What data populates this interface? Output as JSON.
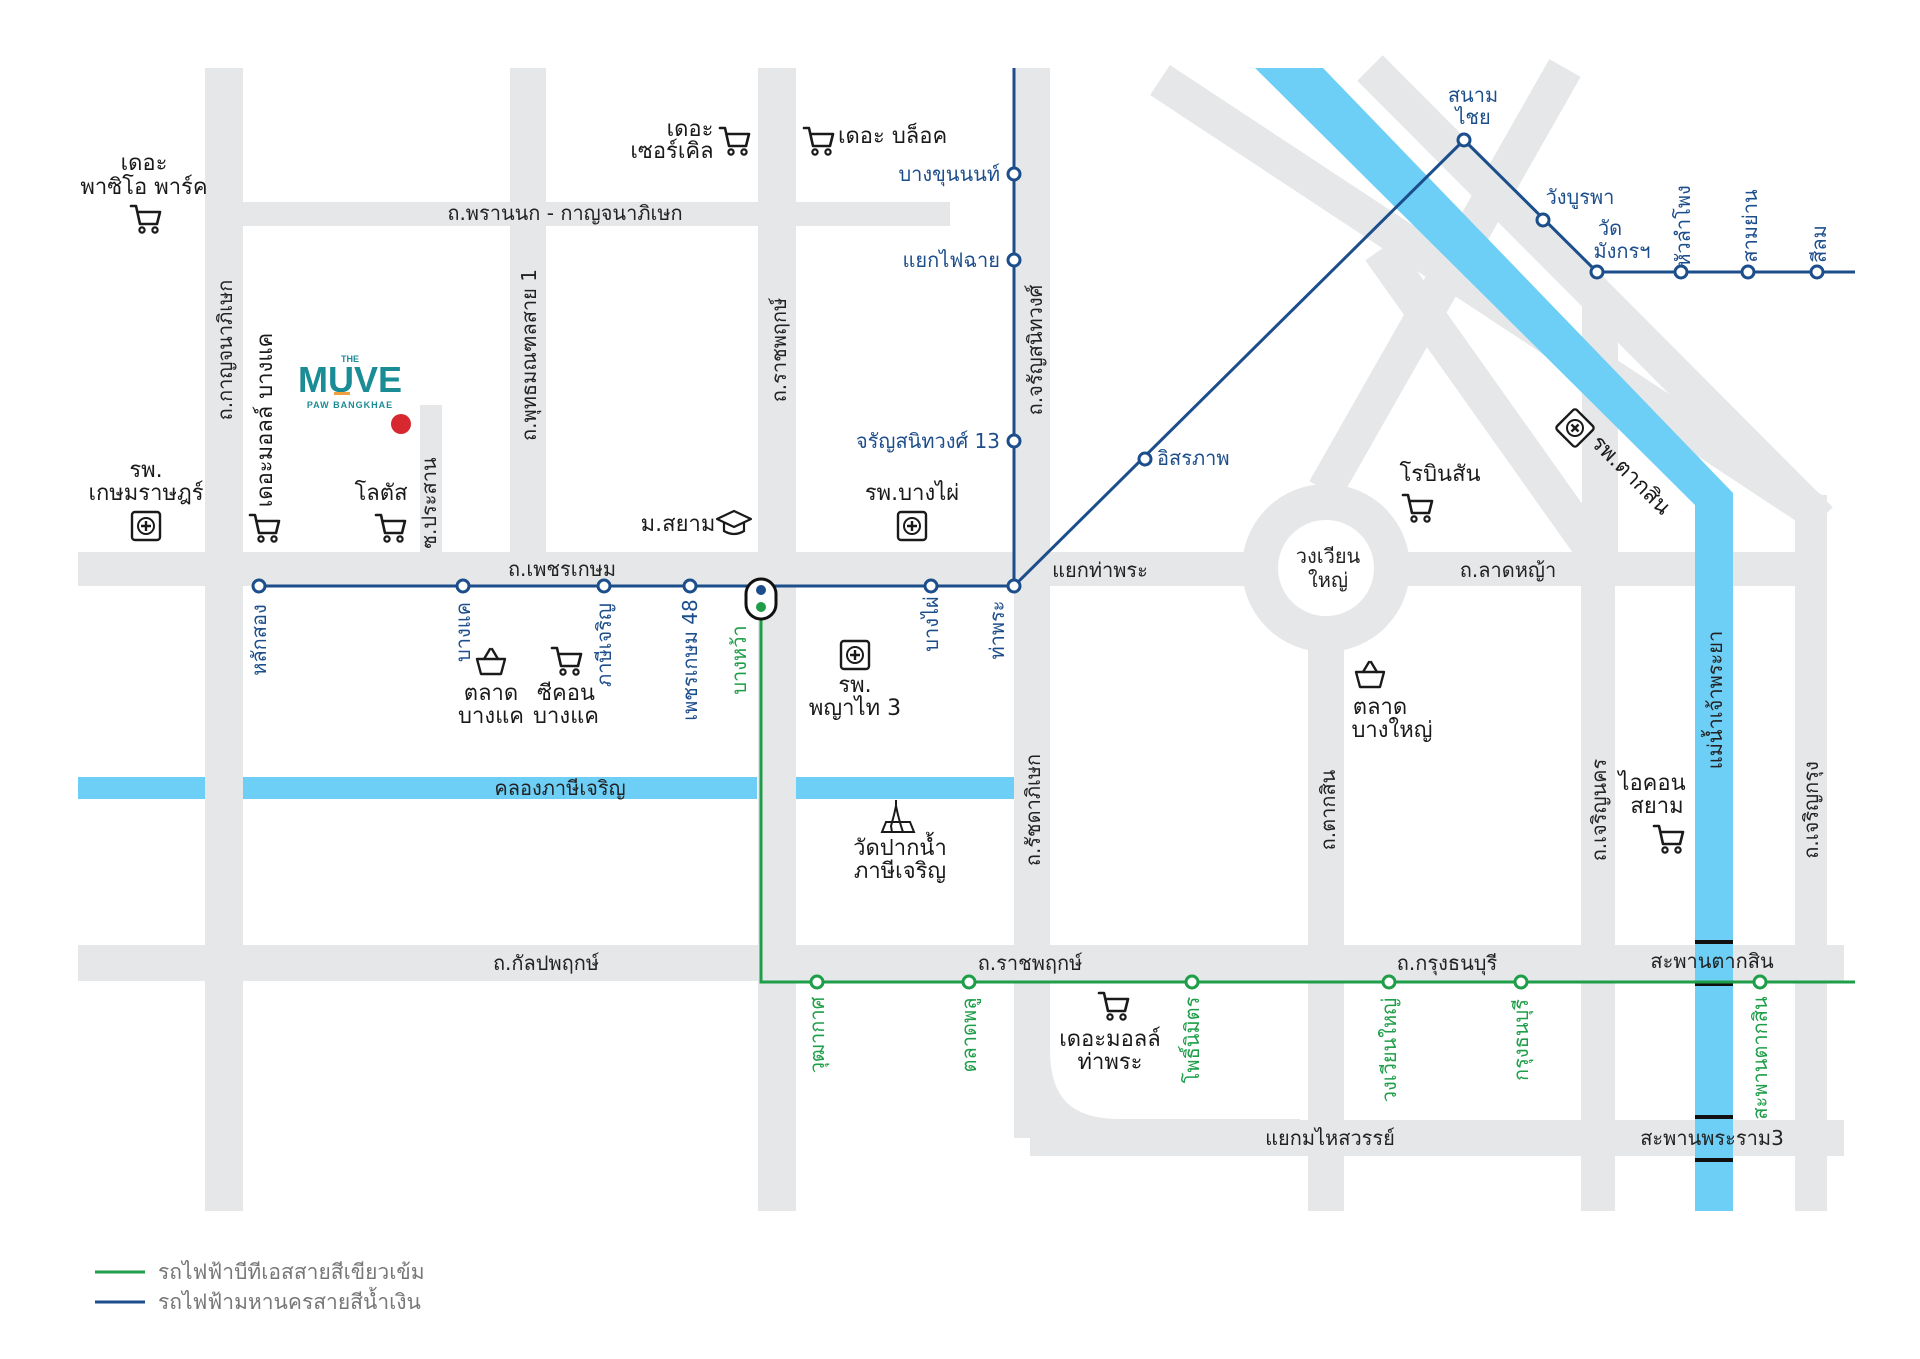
{
  "colors": {
    "road": "#e6e7e8",
    "water": "#6ecff6",
    "blue_line": "#1d4e8c",
    "green_line": "#1e9e48",
    "station_fill": "#ffffff",
    "logo_teal": "#1a8c95",
    "logo_orange": "#f2a03d",
    "marker_red": "#d7282f"
  },
  "logo": {
    "the": "THE",
    "name": "MUVE",
    "sub": "PAW BANGKHAE"
  },
  "roads": {
    "kanchanaphisek": "ถ.กาญจนาภิเษก",
    "phran_nok": "ถ.พรานนก - กาญจนาภิเษก",
    "phutthamonthon": "ถ.พุทธมณฑลสาย 1",
    "ratchaphruek_v": "ถ.ราชพฤกษ์",
    "charan_sanitwong": "ถ.จรัญสนิทวงศ์",
    "phetkasem": "ถ.เพชรเกษม",
    "soi_prasan": "ซ.ประสาน",
    "yaek_tha_phra": "แยกท่าพระ",
    "lat_ya": "ถ.ลาดหญ้า",
    "ratchadaphisek": "ถ.รัชดาภิเษก",
    "taksin": "ถ.ตากสิน",
    "charoen_nakhon": "ถ.เจริญนคร",
    "charoen_krung": "ถ.เจริญกรุง",
    "kanlapaphruek": "ถ.กัลปพฤกษ์",
    "ratchaphruek_h": "ถ.ราชพฤกษ์",
    "krung_thon_buri": "ถ.กรุงธนบุรี",
    "taksin_bridge": "สะพานตากสิน",
    "yaek_mahai_sawan": "แยกมไหสวรรย์",
    "rama3_bridge": "สะพานพระราม3",
    "wongwian_yai": [
      "วงเวียน",
      "ใหญ่"
    ],
    "canal": "คลองภาษีเจริญ",
    "river": "แม่น้ำเจ้าพระยา"
  },
  "blue_stations": {
    "sanam_chai": [
      "สนาม",
      "ไชย"
    ],
    "wang_burapha": "วังบูรพา",
    "wat_mangkon": [
      "วัด",
      "มังกรฯ"
    ],
    "hua_lamphong": "หัวลำโพง",
    "sam_yan": "สามย่าน",
    "silom": "สีลม",
    "bang_khun_non": "บางขุนนนท์",
    "yaek_fai_chai": "แยกไฟฉาย",
    "charan13": "จรัญสนิทวงศ์ 13",
    "itsaraphap": "อิสรภาพ",
    "lak_song": "หลักสอง",
    "bang_khae": "บางแค",
    "phasi_charoen": "ภาษีเจริญ",
    "phetkasem48": "เพชรเกษม 48",
    "bang_phai": "บางไผ่",
    "tha_phra": "ท่าพระ"
  },
  "green_stations": {
    "bang_wa": "บางหว้า",
    "wutthakat": "วุฒากาศ",
    "talat_phlu": "ตลาดพลู",
    "pho_nimit": "โพธิ์นิมิตร",
    "wongwian_yai": "วงเวียนใหญ่",
    "krung_thon_buri": "กรุงธนบุรี",
    "saphan_taksin": "สะพานตากสิน"
  },
  "pois": {
    "the_paseo": [
      "เดอะ",
      "พาซิโอ พาร์ค"
    ],
    "the_circle": [
      "เดอะ",
      "เซอร์เคิล"
    ],
    "the_block": "เดอะ บล็อค",
    "kasemrad": [
      "รพ.",
      "เกษมราษฎร์"
    ],
    "mall_bangkhae": "เดอะมอลล์ บางแค",
    "lotus": "โลตัส",
    "siam_u": "ม.สยาม",
    "bangphai_hosp": "รพ.บางไผ่",
    "robinson": "โรบินสัน",
    "taksin_hosp": "รพ.ตากสิน",
    "talat_bangkhae": [
      "ตลาด",
      "บางแค"
    ],
    "seacon": [
      "ซีคอน",
      "บางแค"
    ],
    "phyathai3": [
      "รพ.",
      "พญาไท 3"
    ],
    "talat_bangyai": [
      "ตลาด",
      "บางใหญ่"
    ],
    "wat_paknam": [
      "วัดปากน้ำ",
      "ภาษีเจริญ"
    ],
    "iconsiam": [
      "ไอคอน",
      "สยาม"
    ],
    "mall_thaphra": [
      "เดอะมอลล์",
      "ท่าพระ"
    ]
  },
  "legend": {
    "green": "รถไฟฟ้าบีทีเอสสายสีเขียวเข้ม",
    "blue": "รถไฟฟ้ามหานครสายสีน้ำเงิน"
  }
}
